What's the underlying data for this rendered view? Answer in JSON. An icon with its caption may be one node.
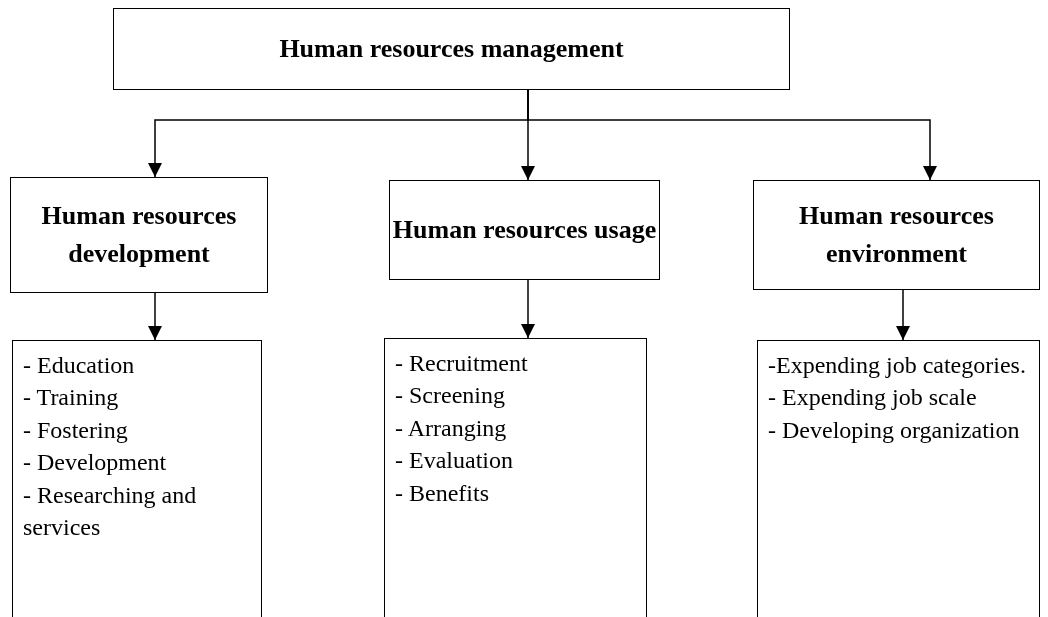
{
  "diagram": {
    "nodes": [
      {
        "text": [
          "Human resources management"
        ]
      },
      {
        "text": [
          "Human resources development"
        ]
      },
      {
        "text": [
          "Human resources usage"
        ]
      },
      {
        "text": [
          "Human resources environment"
        ]
      },
      {
        "text": [
          "- Education",
          "- Training",
          "- Fostering",
          "- Development",
          "- Researching and services"
        ]
      },
      {
        "text": [
          "- Recruitment",
          "- Screening",
          "- Arranging",
          "- Evaluation",
          "- Benefits"
        ]
      },
      {
        "text": [
          "-Expending job categories.",
          "- Expending job scale",
          "- Developing organization"
        ]
      }
    ],
    "edges": [
      {
        "from": 0,
        "to": 1,
        "arrow": "to"
      },
      {
        "from": 0,
        "to": 2,
        "arrow": "to"
      },
      {
        "from": 0,
        "to": 3,
        "arrow": "to"
      },
      {
        "from": 1,
        "to": 4,
        "arrow": "to"
      },
      {
        "from": 2,
        "to": 5,
        "arrow": "to"
      },
      {
        "from": 3,
        "to": 6,
        "arrow": "to"
      }
    ]
  }
}
